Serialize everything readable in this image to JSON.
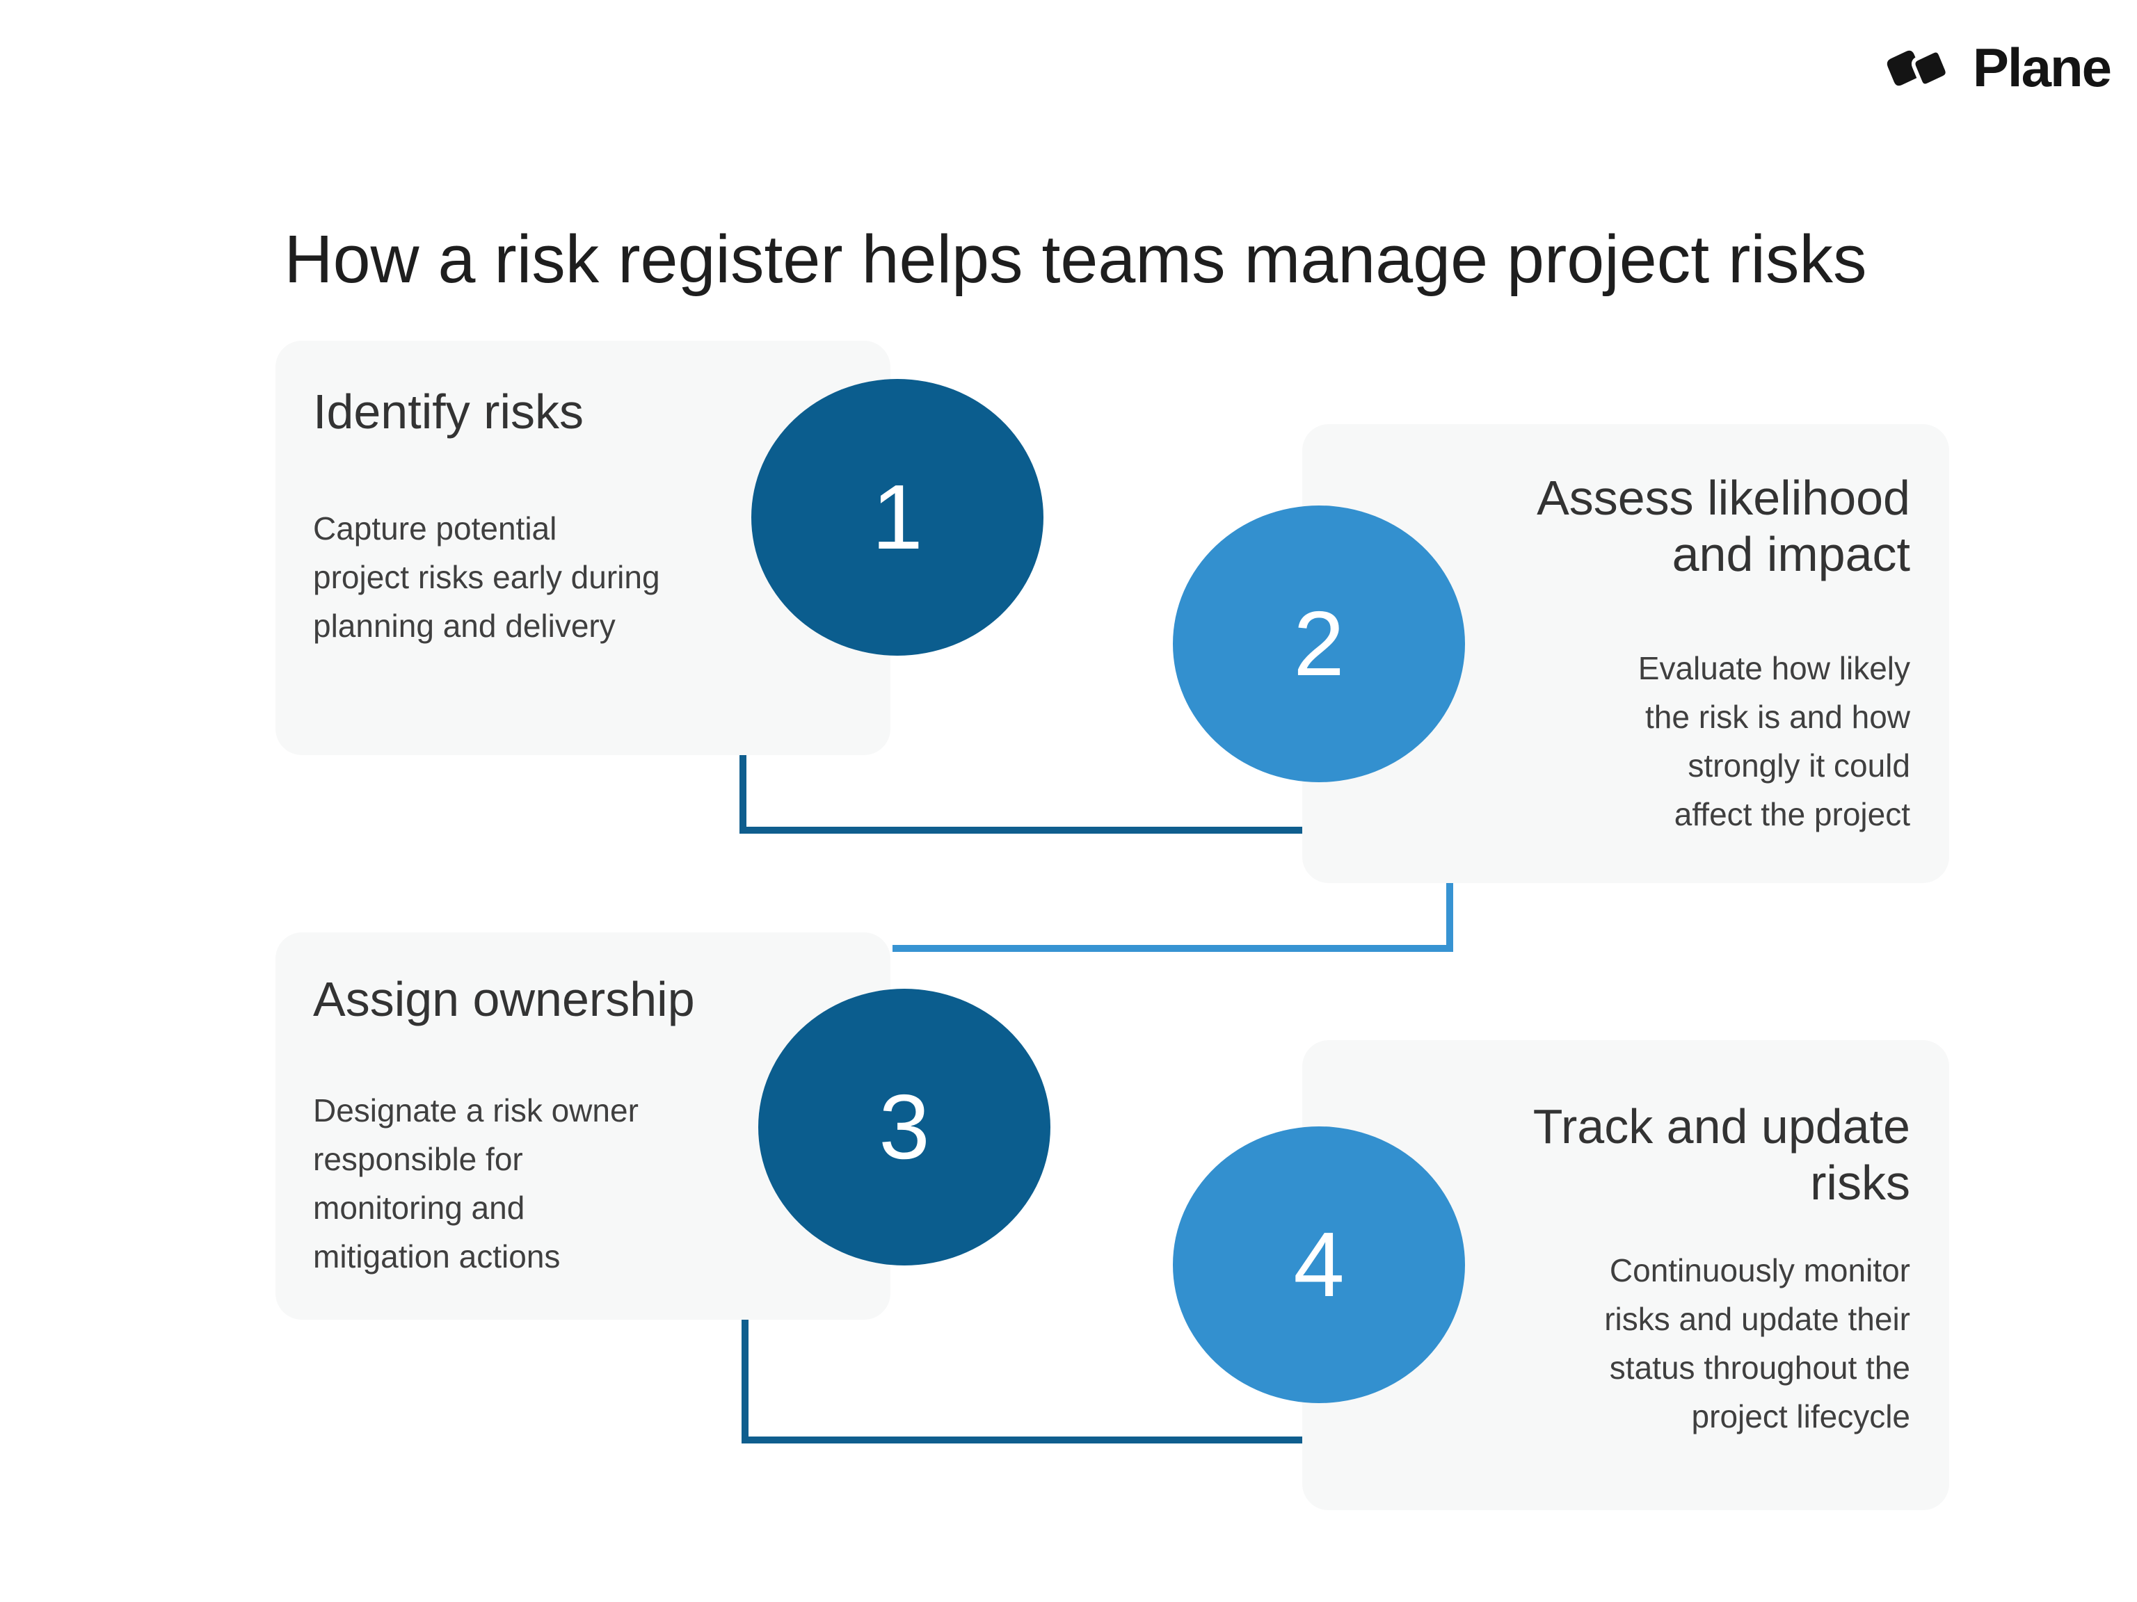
{
  "brand": {
    "name": "Plane"
  },
  "title": "How a risk register helps teams manage project risks",
  "colors": {
    "dark_blue": "#0b5d8e",
    "light_blue": "#3390cf",
    "card_background": "#f7f8f8",
    "title_text": "#1e1e1e",
    "body_text": "#3f3f3f"
  },
  "steps": [
    {
      "number": "1",
      "heading": "Identify risks",
      "body": "Capture potential\nproject risks early during\nplanning and delivery"
    },
    {
      "number": "2",
      "heading": "Assess likelihood\nand impact",
      "body": "Evaluate how likely\nthe risk is and how\nstrongly it could\naffect the project"
    },
    {
      "number": "3",
      "heading": "Assign ownership",
      "body": "Designate a risk owner\nresponsible for\nmonitoring and\nmitigation actions"
    },
    {
      "number": "4",
      "heading": "Track and update\nrisks",
      "body": "Continuously monitor\nrisks and update their\nstatus throughout the\nproject lifecycle"
    }
  ]
}
